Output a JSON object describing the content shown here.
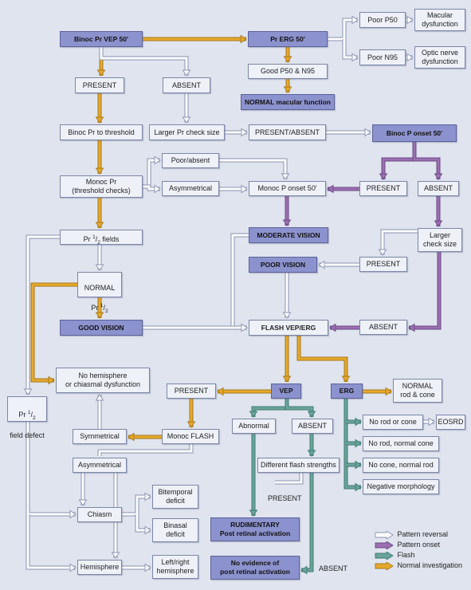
{
  "nodes": {
    "binoc_pr_vep": "Binoc Pr VEP 50'",
    "pr_erg": "Pr ERG 50'",
    "poor_p50": "Poor P50",
    "macular_dys": "Macular\ndysfunction",
    "poor_n95": "Poor N95",
    "optic_dys": "Optic nerve\ndysfunction",
    "good_p50": "Good P50 & N95",
    "normal_macular": "NORMAL macular function",
    "present_1": "PRESENT",
    "absent_1": "ABSENT",
    "binoc_threshold": "Binoc Pr to threshold",
    "larger_check": "Larger Pr check size",
    "present_absent": "PRESENT/ABSENT",
    "binoc_p_onset": "Binoc P onset 50'",
    "monoc_pr": "Monoc Pr\n(threshold checks)",
    "poor_absent": "Poor/absent",
    "asymmetrical_1": "Asymmetrical",
    "monoc_p_onset": "Monoc P onset 50'",
    "present_2": "PRESENT",
    "absent_2": "ABSENT",
    "moderate_vision": "MODERATE VISION",
    "larger_check_2": "Larger\ncheck size",
    "normal_pr_half": "NORMAL",
    "poor_vision": "POOR VISION",
    "present_3": "PRESENT",
    "good_vision": "GOOD VISION",
    "flash_vep_erg": "FLASH VEP/ERG",
    "absent_3": "ABSENT",
    "no_hemisphere": "No hemisphere\nor chiasmal dysfunction",
    "field_defect": "field defect",
    "present_4": "PRESENT",
    "vep": "VEP",
    "erg": "ERG",
    "normal_rod_cone": "NORMAL\nrod & cone",
    "abnormal": "Abnormal",
    "absent_4": "ABSENT",
    "no_rod_or_cone": "No rod or cone",
    "eosrd": "EOSRD",
    "symmetrical": "Symmetrical",
    "monoc_flash": "Monoc FLASH",
    "no_rod_normal_cone": "No rod, normal cone",
    "different_flash": "Different flash strengths",
    "no_cone_normal_rod": "No cone, normal rod",
    "asymmetrical_2": "Asymmetrical",
    "negative_morph": "Negative morphology",
    "bitemporal": "Bitemporal\ndeficit",
    "chiasm": "Chiasm",
    "binasal": "Binasal\ndeficit",
    "rudimentary": "RUDIMENTARY\nPost retinal activation",
    "no_evidence": "No evidence of\npost retinal activation",
    "hemisphere": "Hemisphere",
    "left_right": "Left/right\nhemisphere",
    "pr_fields_a": "Pr ",
    "pr_fields_b": " fields",
    "pr_half_a": "Pr ",
    "field_pr": "Pr ",
    "half_num": "1",
    "half_den": "2"
  },
  "edge_labels": {
    "present": "PRESENT",
    "absent": "ABSENT"
  },
  "legend": [
    {
      "label": "Pattern reversal",
      "color": "#ffffff"
    },
    {
      "label": "Pattern onset",
      "color": "#9b6fb0"
    },
    {
      "label": "Flash",
      "color": "#6aa39a"
    },
    {
      "label": "Normal investigation",
      "color": "#e5a92b"
    }
  ],
  "colors": {
    "background": "#dfe4ee",
    "box": "#eef1f8",
    "dark_box": "#8c92cd",
    "gold": "#e5a92b",
    "purple": "#9b6fb0",
    "teal": "#6aa39a",
    "white_arrow": "#ffffff"
  }
}
